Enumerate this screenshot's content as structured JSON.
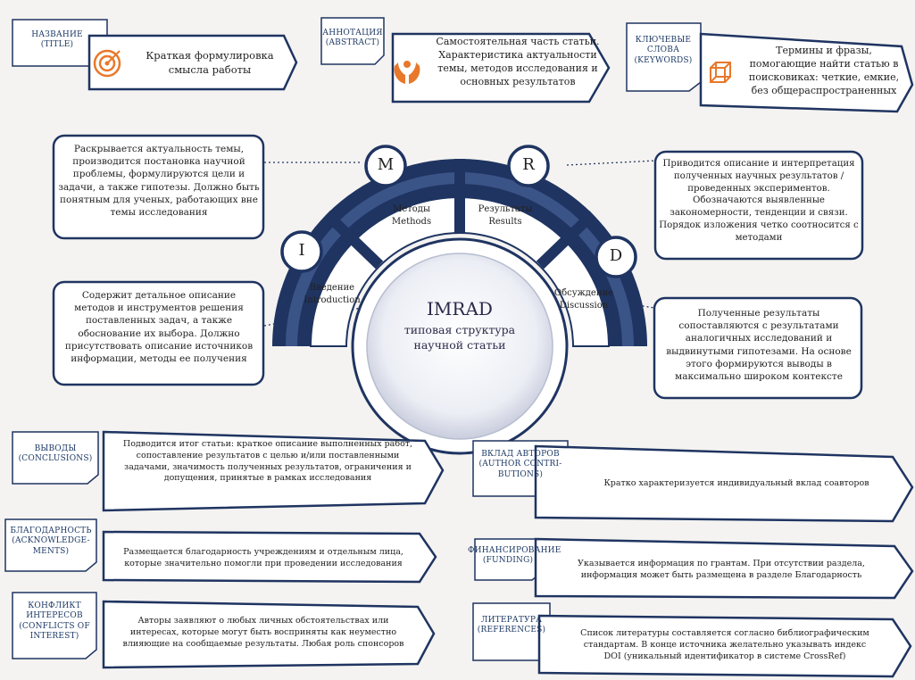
{
  "top_cards": {
    "title": {
      "label": "НАЗВАНИЕ\n(TITLE)",
      "text": "Краткая формулировка\nсмысла работы",
      "icon": "target-icon"
    },
    "abstract": {
      "label": "АННОТАЦИЯ\n(ABSTRACT)",
      "text": "Самостоятельная часть статьи.\nХарактеристика актуальности\nтемы, методов исследования и\nосновных результатов",
      "icon": "hands-icon"
    },
    "keywords": {
      "label": "КЛЮЧЕВЫЕ\nСЛОВА\n(KEYWORDS)",
      "text": "Термины и фразы,\nпомогающие найти статью в\nпоисковиках: четкие, емкие,\nбез общераспространенных",
      "icon": "cube-icon"
    }
  },
  "imrad": {
    "center_title": "IMRAD",
    "center_subtitle": "типовая структура\nнаучной статьи",
    "sections": {
      "I": {
        "letter": "I",
        "name_ru": "Введение",
        "name_en": "Introduction"
      },
      "M": {
        "letter": "M",
        "name_ru": "Методы",
        "name_en": "Methods"
      },
      "R": {
        "letter": "R",
        "name_ru": "Результаты",
        "name_en": "Results"
      },
      "D": {
        "letter": "D",
        "name_ru": "Обсуждение",
        "name_en": "Discussion"
      }
    }
  },
  "side_notes": {
    "introduction": "Раскрывается актуальность темы,\nпроизводится постановка научной\nпроблемы, формулируются цели и\nзадачи, а также гипотезы. Должно быть\nпонятным для ученых, работающих вне\nтемы исследования",
    "methods": "Содержит детальное описание\nметодов и инструментов решения\nпоставленных задач, а также\nобоснование их выбора. Должно\nприсутствовать описание источников\nинформации, методы ее получения",
    "results": "Приводится описание и интерпретация\nполученных научных результатов /\nпроведенных экспериментов.\nОбозначаются выявленные\nзакономерности, тенденции и связи.\nПорядок изложения четко соотносится с\nметодами",
    "discussion": "Полученные результаты\nсопоставляются с результатами\nаналогичных исследований и\nвыдвинутыми гипотезами. На основе\nэтого формируются выводы в\nмаксимально широком контексте"
  },
  "bottom_left": [
    {
      "label": "ВЫВОДЫ\n(CONCLUSIONS)",
      "text": "Подводится итог статьи: краткое описание выполненных работ,\nсопоставление результатов с целью и/или поставленными\nзадачами, значимость полученных результатов, ограничения и\nдопущения, принятые в рамках исследования"
    },
    {
      "label": "БЛАГОДАРНОСТЬ\n(ACKNOWLEDGE-\nMENTS)",
      "text": "Размещается благодарность учреждениям и отдельным лица,\nкоторые значительно помогли при проведении исследования"
    },
    {
      "label": "КОНФЛИКТ\nИНТЕРЕСОВ\n(CONFLICTS OF\nINTEREST)",
      "text": "Авторы заявляют о любых личных обстоятельствах или\nинтересах, которые могут быть восприняты как неуместно\nвлияющие на сообщаемые результаты. Любая роль спонсоров"
    }
  ],
  "bottom_right": [
    {
      "label": "ВКЛАД АВТОРОВ\n(AUTHOR CONTRI-\nBUTIONS)",
      "text": "Кратко характеризуется индивидуальный вклад соавторов"
    },
    {
      "label": "ФИНАНСИРОВАНИЕ\n(FUNDING)",
      "text": "Указывается информация по грантам. При отсутствии раздела,\nинформация может быть размещена в разделе Благодарность"
    },
    {
      "label": "ЛИТЕРАТУРА\n(REFERENCES)",
      "text": "Список литературы составляется согласно библиографическим\nстандартам. В конце источника желательно указывать индекс\nDOI (уникальный идентификатор в системе CrossRef)"
    }
  ],
  "colors": {
    "navy": "#1f3461",
    "accent": "#e8782a",
    "text": "#222222"
  }
}
